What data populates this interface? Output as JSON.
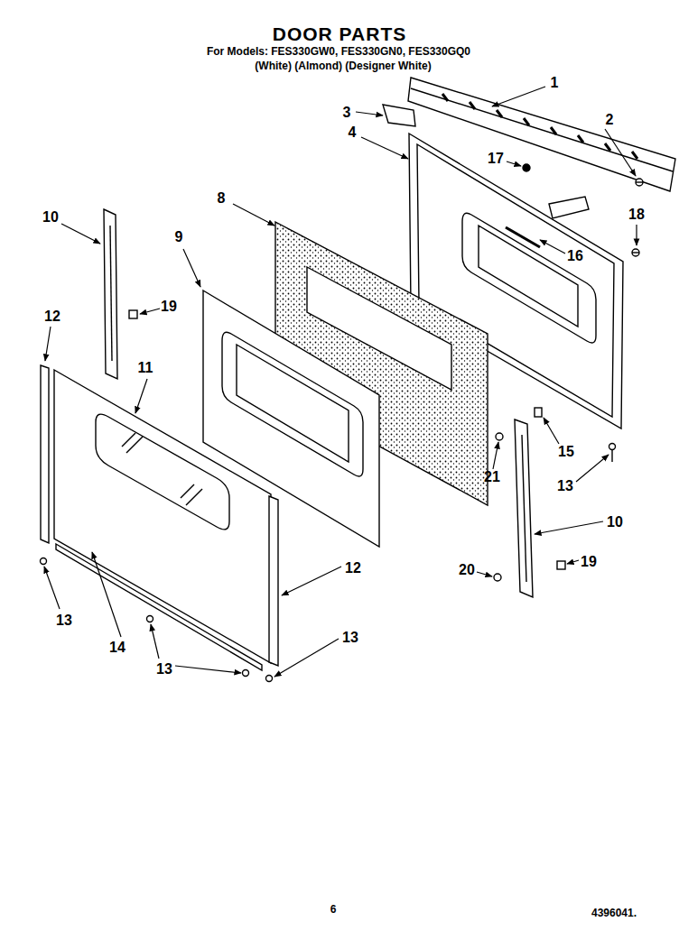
{
  "diagram": {
    "title": "DOOR PARTS",
    "labels": [
      "For Models: FES330GW0, FES330GN0, FES330GQ0",
      "(White)   (Almond)   (Designer White)",
      "1",
      "3",
      "2",
      "4",
      "17",
      "8",
      "18",
      "10",
      "9",
      "16",
      "19",
      "12",
      "11",
      "15",
      "21",
      "13",
      "10",
      "19",
      "12",
      "20",
      "13",
      "14",
      "13",
      "13",
      "6",
      "4396041."
    ]
  }
}
